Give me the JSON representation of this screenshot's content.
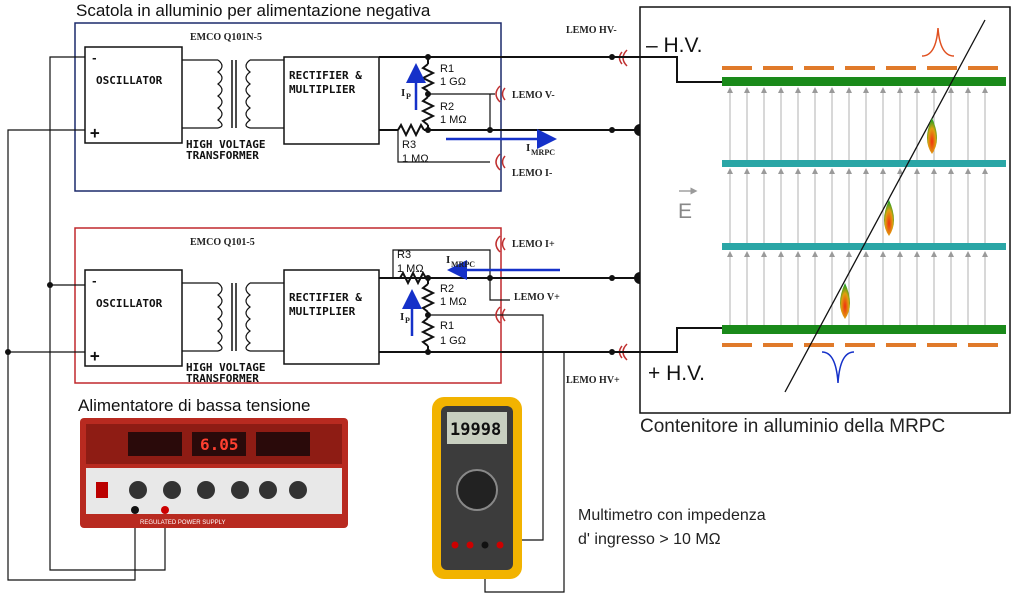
{
  "titles": {
    "negative_box": "Scatola in alluminio per alimentazione negativa",
    "low_voltage_supply": "Alimentatore di bassa tensione",
    "mrpc_container": "Contenitore in alluminio della MRPC",
    "multimeter_line1": "Multimetro con impedenza",
    "multimeter_line2": "d' ingresso > 10 MΩ"
  },
  "negative_module": {
    "model": "EMCO Q101N-5",
    "oscillator": "OSCILLATOR",
    "minus": "-",
    "plus": "+",
    "transformer_line1": "HIGH VOLTAGE",
    "transformer_line2": "TRANSFORMER",
    "rect_line1": "RECTIFIER &",
    "rect_line2": "MULTIPLIER",
    "r1_name": "R1",
    "r1_value": "1 GΩ",
    "r2_name": "R2",
    "r2_value": "1 MΩ",
    "r3_name": "R3",
    "r3_value": "1 MΩ",
    "ip_label": "I",
    "ip_sub": "P",
    "imrpc_label": "I",
    "imrpc_sub": "MRPC",
    "lemo_v": "LEMO V-",
    "lemo_i": "LEMO I-",
    "lemo_hv": "LEMO HV-"
  },
  "positive_module": {
    "model": "EMCO Q101-5",
    "oscillator": "OSCILLATOR",
    "minus": "-",
    "plus": "+",
    "transformer_line1": "HIGH VOLTAGE",
    "transformer_line2": "TRANSFORMER",
    "rect_line1": "RECTIFIER &",
    "rect_line2": "MULTIPLIER",
    "r1_name": "R1",
    "r1_value": "1 GΩ",
    "r2_name": "R2",
    "r2_value": "1 MΩ",
    "r3_name": "R3",
    "r3_value": "1 MΩ",
    "ip_label": "I",
    "ip_sub": "P",
    "imrpc_label": "I",
    "imrpc_sub": "MRPC",
    "lemo_v": "LEMO V+",
    "lemo_i": "LEMO I+",
    "lemo_hv": "LEMO HV+"
  },
  "mrpc": {
    "hv_minus": "– H.V.",
    "hv_plus": "+ H.V.",
    "field": "E"
  },
  "multimeter": {
    "display": "19998"
  },
  "power_supply": {
    "display_center": "6.05",
    "footer": "REGULATED POWER SUPPLY"
  },
  "colors": {
    "negative_box_border": "#1c2a6b",
    "positive_box_border": "#c0282d",
    "arrow_blue": "#1531c9",
    "plate_green": "#1a8a1a",
    "plate_teal": "#2aa6a6",
    "strip_orange": "#e07a2a",
    "meter_yellow": "#f2b300",
    "supply_red": "#b82a20"
  }
}
